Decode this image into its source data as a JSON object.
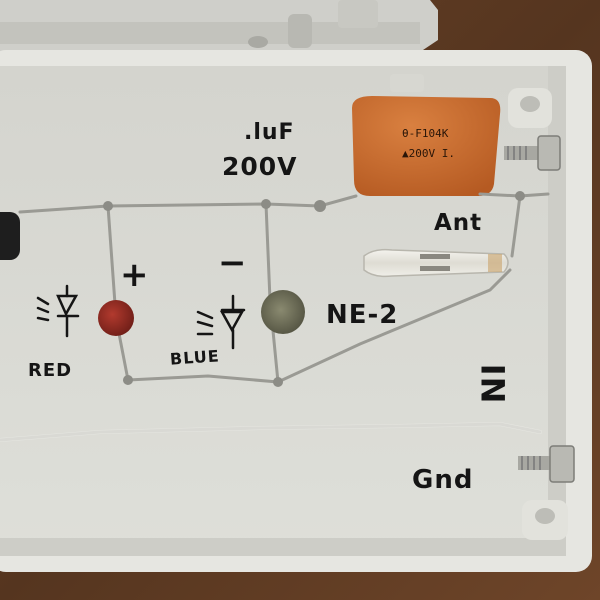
{
  "photo": {
    "handwritten_labels": {
      "cap_value": ".luF",
      "cap_voltage": "200V",
      "antenna": "Ant",
      "plus": "+",
      "minus": "−",
      "neon_bulb": "NE-2",
      "red_led": "RED",
      "blue_led": "BLUE",
      "input": "IN",
      "ground": "Gnd"
    },
    "capacitor_print": {
      "line1": "θ-F104K",
      "line2": "▲200V I."
    },
    "colors": {
      "enclosure_plastic": "#dcdcd6",
      "wood_background": "#5a3a24",
      "capacitor_orange": "#c96a2c",
      "wire_silver": "#9a9a94",
      "red_led": "#8e2a22",
      "blue_led_tint": "#6c6a4e",
      "neon_glass": "#e8e6df"
    }
  }
}
